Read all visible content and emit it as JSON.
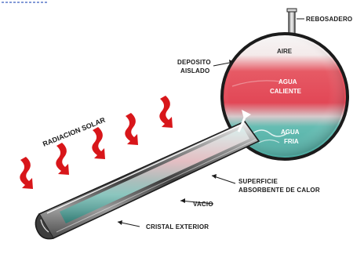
{
  "labels": {
    "rebosadero": "REBOSADERO",
    "aire": "AIRE",
    "deposito_line1": "DEPOSITO",
    "deposito_line2": "AISLADO",
    "agua_caliente_line1": "AGUA",
    "agua_caliente_line2": "CALIENTE",
    "agua_fria_line1": "AGUA",
    "agua_fria_line2": "FRIA",
    "radiacion": "RADIACION SOLAR",
    "superficie_line1": "SUPERFICIE",
    "superficie_line2": "ABSORBENTE DE CALOR",
    "vacio": "VACIO",
    "cristal": "CRISTAL EXTERIOR"
  },
  "colors": {
    "radiation_arrow": "#d8161a",
    "hot_water": "#e0434f",
    "cold_water": "#58b7ad",
    "tank_outline": "#1b1b1b"
  }
}
